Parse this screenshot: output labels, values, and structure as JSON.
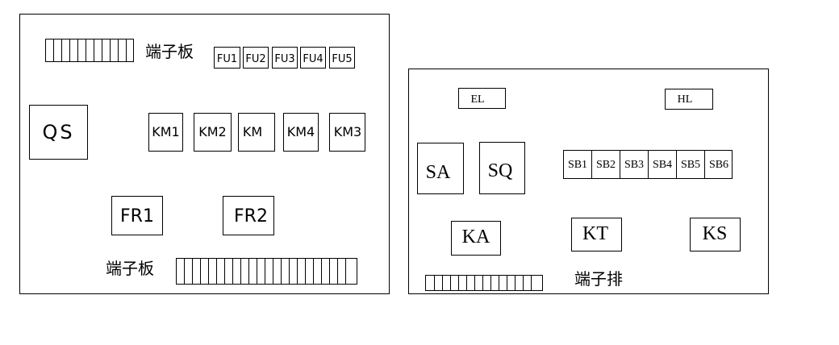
{
  "left_panel": {
    "terminal_top_label": "端子板",
    "terminal_bottom_label": "端子板",
    "fuses": [
      "FU1",
      "FU2",
      "FU3",
      "FU4",
      "FU5"
    ],
    "switch": "QS",
    "contactors": [
      "KM1",
      "KM2",
      "KM",
      "KM4",
      "KM3"
    ],
    "relays": [
      "FR1",
      "FR2"
    ]
  },
  "right_panel": {
    "lamps": [
      "EL",
      "HL"
    ],
    "switches": [
      "SA",
      "SQ"
    ],
    "buttons": [
      "SB1",
      "SB2",
      "SB3",
      "SB4",
      "SB5",
      "SB6"
    ],
    "relays": [
      "KA",
      "KT",
      "KS"
    ],
    "terminal_label": "端子排"
  }
}
